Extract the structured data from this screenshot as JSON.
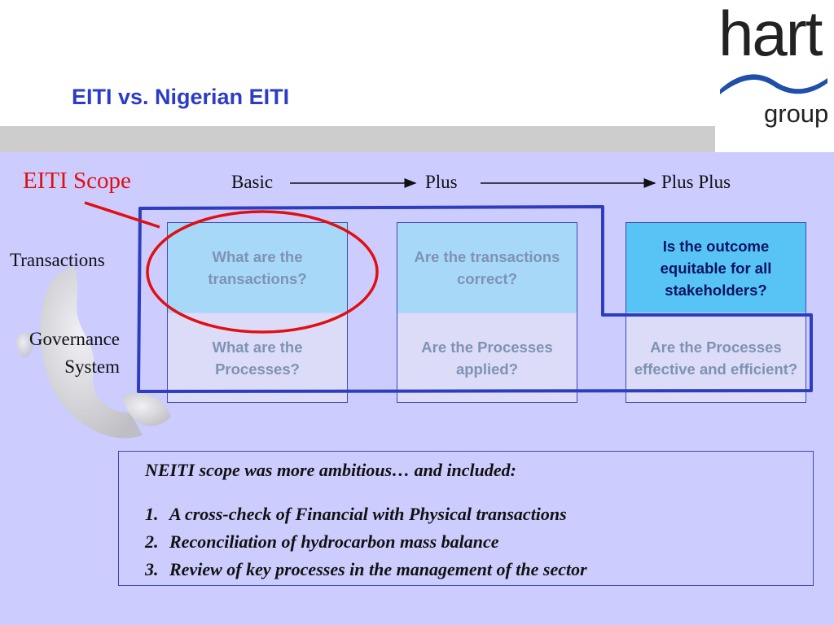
{
  "slide": {
    "title": "EITI vs. Nigerian EITI"
  },
  "logo": {
    "word": "hart",
    "sub": "group"
  },
  "diagram": {
    "scope_label": "EITI Scope",
    "stages": [
      "Basic",
      "Plus",
      "Plus Plus"
    ],
    "row_labels": {
      "transactions": "Transactions",
      "governance": "Governance System",
      "governance_line1": "Governance",
      "governance_line2": "System"
    },
    "cells": {
      "basic_top": "What are the transactions?",
      "basic_bottom": "What are the Processes?",
      "plus_top": "Are the transactions correct?",
      "plus_bottom": "Are the Processes applied?",
      "plusplus_top": "Is the outcome equitable for all stakeholders?",
      "plusplus_bottom": "Are the Processes effective and efficient?"
    }
  },
  "notes": {
    "intro": "NEITI scope was more ambitious… and included:",
    "items": [
      {
        "num": "1.",
        "text": "A cross-check of Financial with Physical transactions"
      },
      {
        "num": "2.",
        "text": "Reconciliation of hydrocarbon mass balance"
      },
      {
        "num": "3.",
        "text": "Review of key processes in the management of the sector"
      }
    ]
  },
  "colors": {
    "title": "#2a3cc8",
    "scope_highlight": "#e01010",
    "panel_background": "#ccccff",
    "scope_outline": "#2e3dbf",
    "cell_highlight": "#58c4f6",
    "cell_light": "#a8d8f8"
  }
}
